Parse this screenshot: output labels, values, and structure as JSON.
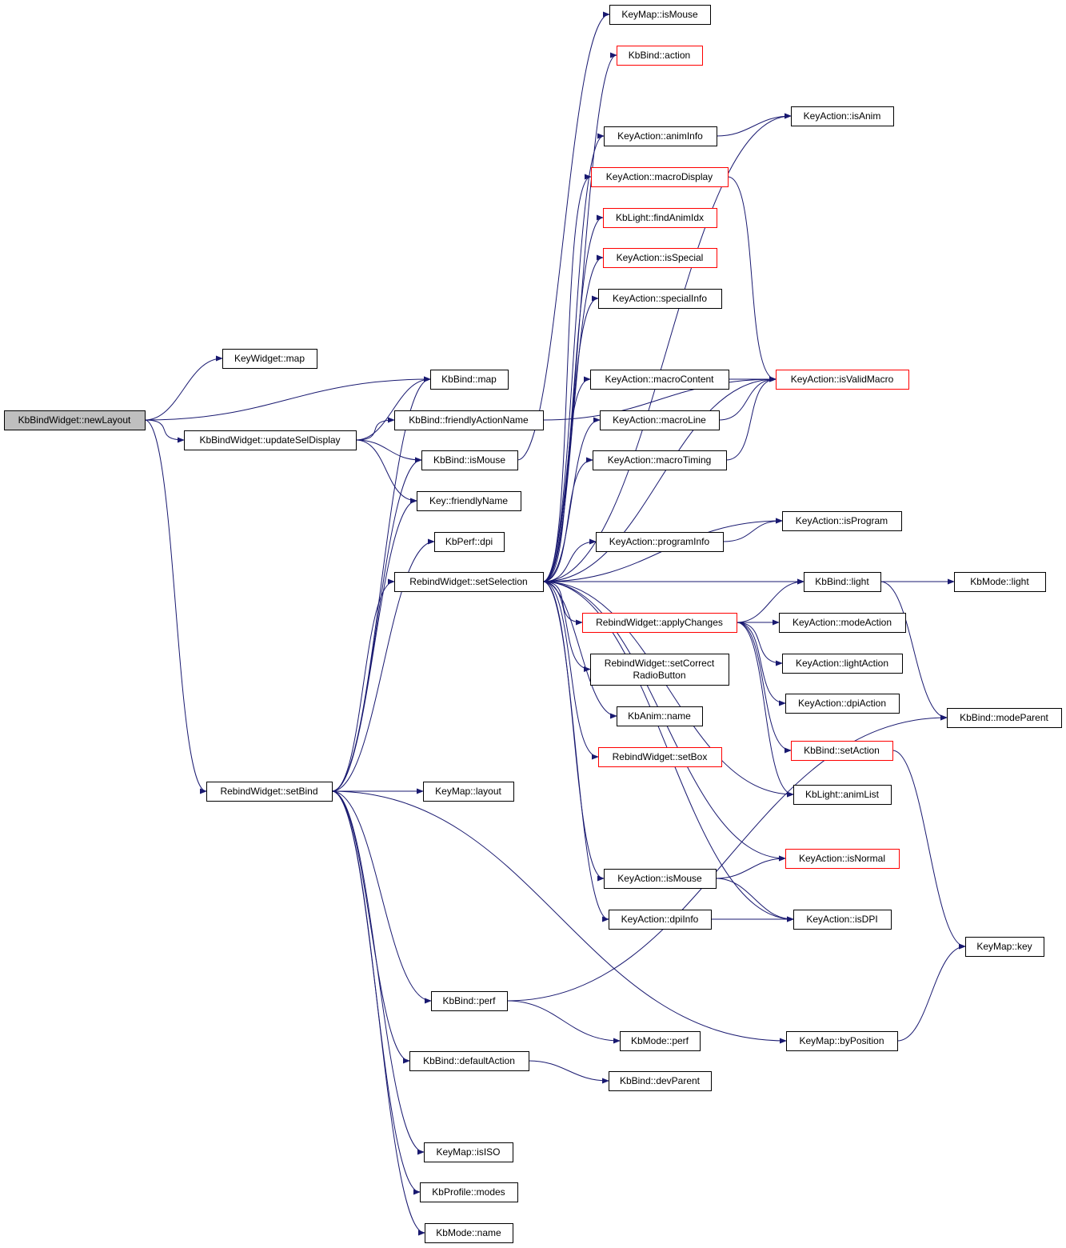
{
  "colors": {
    "edge": "#191970",
    "border_normal": "#000000",
    "border_truncated": "#ff0000",
    "root_fill": "#bfbfbf",
    "node_fill": "#ffffff"
  },
  "nodes": [
    {
      "id": "root",
      "label": "KbBindWidget::newLayout",
      "style": "root"
    },
    {
      "id": "kw_map",
      "label": "KeyWidget::map",
      "style": "normal"
    },
    {
      "id": "kbw_usd",
      "label": "KbBindWidget::updateSelDisplay",
      "style": "normal"
    },
    {
      "id": "rw_setbind",
      "label": "RebindWidget::setBind",
      "style": "normal"
    },
    {
      "id": "kb_map",
      "label": "KbBind::map",
      "style": "normal"
    },
    {
      "id": "kb_fan",
      "label": "KbBind::friendlyActionName",
      "style": "normal"
    },
    {
      "id": "kb_ismouse",
      "label": "KbBind::isMouse",
      "style": "normal"
    },
    {
      "id": "key_fn",
      "label": "Key::friendlyName",
      "style": "normal"
    },
    {
      "id": "kp_dpi",
      "label": "KbPerf::dpi",
      "style": "normal"
    },
    {
      "id": "rw_setsel",
      "label": "RebindWidget::setSelection",
      "style": "normal"
    },
    {
      "id": "km_layout",
      "label": "KeyMap::layout",
      "style": "normal"
    },
    {
      "id": "kb_perf",
      "label": "KbBind::perf",
      "style": "normal"
    },
    {
      "id": "kb_defact",
      "label": "KbBind::defaultAction",
      "style": "normal"
    },
    {
      "id": "km_isiso",
      "label": "KeyMap::isISO",
      "style": "normal"
    },
    {
      "id": "kpr_modes",
      "label": "KbProfile::modes",
      "style": "normal"
    },
    {
      "id": "kmo_name",
      "label": "KbMode::name",
      "style": "normal"
    },
    {
      "id": "km_ismouse",
      "label": "KeyMap::isMouse",
      "style": "normal"
    },
    {
      "id": "kb_action",
      "label": "KbBind::action",
      "style": "truncated"
    },
    {
      "id": "ka_animinfo",
      "label": "KeyAction::animInfo",
      "style": "normal"
    },
    {
      "id": "ka_macrodisp",
      "label": "KeyAction::macroDisplay",
      "style": "truncated"
    },
    {
      "id": "kl_findanim",
      "label": "KbLight::findAnimIdx",
      "style": "truncated"
    },
    {
      "id": "ka_isspecial",
      "label": "KeyAction::isSpecial",
      "style": "truncated"
    },
    {
      "id": "ka_specinfo",
      "label": "KeyAction::specialInfo",
      "style": "normal"
    },
    {
      "id": "ka_macrocont",
      "label": "KeyAction::macroContent",
      "style": "normal"
    },
    {
      "id": "ka_macroline",
      "label": "KeyAction::macroLine",
      "style": "normal"
    },
    {
      "id": "ka_macrotim",
      "label": "KeyAction::macroTiming",
      "style": "normal"
    },
    {
      "id": "ka_proginfo",
      "label": "KeyAction::programInfo",
      "style": "normal"
    },
    {
      "id": "rw_apply",
      "label": "RebindWidget::applyChanges",
      "style": "truncated"
    },
    {
      "id": "rw_setcorrect",
      "label": "RebindWidget::setCorrect\nRadioButton",
      "style": "normal"
    },
    {
      "id": "ka_name",
      "label": "KbAnim::name",
      "style": "normal"
    },
    {
      "id": "rw_setbox",
      "label": "RebindWidget::setBox",
      "style": "truncated"
    },
    {
      "id": "ka_ismouse2",
      "label": "KeyAction::isMouse",
      "style": "normal"
    },
    {
      "id": "ka_dpiinfo",
      "label": "KeyAction::dpiInfo",
      "style": "normal"
    },
    {
      "id": "kmo_perf",
      "label": "KbMode::perf",
      "style": "normal"
    },
    {
      "id": "kb_devparent",
      "label": "KbBind::devParent",
      "style": "normal"
    },
    {
      "id": "ka_isanim",
      "label": "KeyAction::isAnim",
      "style": "normal"
    },
    {
      "id": "ka_isvalid",
      "label": "KeyAction::isValidMacro",
      "style": "truncated"
    },
    {
      "id": "ka_isprog",
      "label": "KeyAction::isProgram",
      "style": "normal"
    },
    {
      "id": "kb_light",
      "label": "KbBind::light",
      "style": "normal"
    },
    {
      "id": "ka_modeact",
      "label": "KeyAction::modeAction",
      "style": "normal"
    },
    {
      "id": "ka_lightact",
      "label": "KeyAction::lightAction",
      "style": "normal"
    },
    {
      "id": "ka_dpiact",
      "label": "KeyAction::dpiAction",
      "style": "normal"
    },
    {
      "id": "kb_setaction",
      "label": "KbBind::setAction",
      "style": "truncated"
    },
    {
      "id": "kl_animlist",
      "label": "KbLight::animList",
      "style": "normal"
    },
    {
      "id": "ka_isnormal",
      "label": "KeyAction::isNormal",
      "style": "truncated"
    },
    {
      "id": "ka_isdpi",
      "label": "KeyAction::isDPI",
      "style": "normal"
    },
    {
      "id": "km_bypos",
      "label": "KeyMap::byPosition",
      "style": "normal"
    },
    {
      "id": "kmo_light",
      "label": "KbMode::light",
      "style": "normal"
    },
    {
      "id": "kb_modeparent",
      "label": "KbBind::modeParent",
      "style": "normal"
    },
    {
      "id": "km_key",
      "label": "KeyMap::key",
      "style": "normal"
    }
  ],
  "edges": [
    [
      "root",
      "kw_map"
    ],
    [
      "root",
      "kb_map"
    ],
    [
      "root",
      "kbw_usd"
    ],
    [
      "root",
      "rw_setbind"
    ],
    [
      "kbw_usd",
      "kb_map"
    ],
    [
      "kbw_usd",
      "kb_fan"
    ],
    [
      "kbw_usd",
      "kb_ismouse"
    ],
    [
      "kbw_usd",
      "key_fn"
    ],
    [
      "kb_fan",
      "ka_isvalid"
    ],
    [
      "kb_ismouse",
      "km_ismouse"
    ],
    [
      "rw_setbind",
      "kb_map"
    ],
    [
      "rw_setbind",
      "kb_ismouse"
    ],
    [
      "rw_setbind",
      "key_fn"
    ],
    [
      "rw_setbind",
      "kp_dpi"
    ],
    [
      "rw_setbind",
      "rw_setsel"
    ],
    [
      "rw_setbind",
      "km_layout"
    ],
    [
      "rw_setbind",
      "kb_perf"
    ],
    [
      "rw_setbind",
      "kb_defact"
    ],
    [
      "rw_setbind",
      "km_bypos"
    ],
    [
      "rw_setbind",
      "km_isiso"
    ],
    [
      "rw_setbind",
      "kpr_modes"
    ],
    [
      "rw_setbind",
      "kmo_name"
    ],
    [
      "rw_setsel",
      "kb_action"
    ],
    [
      "rw_setsel",
      "ka_isanim"
    ],
    [
      "rw_setsel",
      "ka_animinfo"
    ],
    [
      "rw_setsel",
      "ka_macrodisp"
    ],
    [
      "rw_setsel",
      "kl_findanim"
    ],
    [
      "rw_setsel",
      "ka_isspecial"
    ],
    [
      "rw_setsel",
      "ka_specinfo"
    ],
    [
      "rw_setsel",
      "ka_isvalid"
    ],
    [
      "rw_setsel",
      "ka_macrocont"
    ],
    [
      "rw_setsel",
      "ka_macroline"
    ],
    [
      "rw_setsel",
      "ka_macrotim"
    ],
    [
      "rw_setsel",
      "ka_isprog"
    ],
    [
      "rw_setsel",
      "ka_proginfo"
    ],
    [
      "rw_setsel",
      "kb_light"
    ],
    [
      "rw_setsel",
      "rw_apply"
    ],
    [
      "rw_setsel",
      "rw_setcorrect"
    ],
    [
      "rw_setsel",
      "ka_name"
    ],
    [
      "rw_setsel",
      "rw_setbox"
    ],
    [
      "rw_setsel",
      "kl_animlist"
    ],
    [
      "rw_setsel",
      "ka_isnormal"
    ],
    [
      "rw_setsel",
      "ka_ismouse2"
    ],
    [
      "rw_setsel",
      "ka_dpiinfo"
    ],
    [
      "rw_setsel",
      "ka_isdpi"
    ],
    [
      "ka_animinfo",
      "ka_isanim"
    ],
    [
      "ka_macrodisp",
      "ka_isvalid"
    ],
    [
      "ka_macrocont",
      "ka_isvalid"
    ],
    [
      "ka_macroline",
      "ka_isvalid"
    ],
    [
      "ka_macrotim",
      "ka_isvalid"
    ],
    [
      "ka_proginfo",
      "ka_isprog"
    ],
    [
      "rw_apply",
      "kb_light"
    ],
    [
      "rw_apply",
      "ka_modeact"
    ],
    [
      "rw_apply",
      "ka_lightact"
    ],
    [
      "rw_apply",
      "ka_dpiact"
    ],
    [
      "rw_apply",
      "kb_setaction"
    ],
    [
      "rw_apply",
      "kl_animlist"
    ],
    [
      "ka_ismouse2",
      "ka_isnormal"
    ],
    [
      "ka_ismouse2",
      "ka_isdpi"
    ],
    [
      "ka_dpiinfo",
      "ka_isdpi"
    ],
    [
      "kb_light",
      "kmo_light"
    ],
    [
      "kb_light",
      "kb_modeparent"
    ],
    [
      "kb_setaction",
      "km_key"
    ],
    [
      "kb_perf",
      "kb_modeparent"
    ],
    [
      "kb_perf",
      "kmo_perf"
    ],
    [
      "kb_defact",
      "kb_devparent"
    ],
    [
      "km_bypos",
      "km_key"
    ]
  ]
}
